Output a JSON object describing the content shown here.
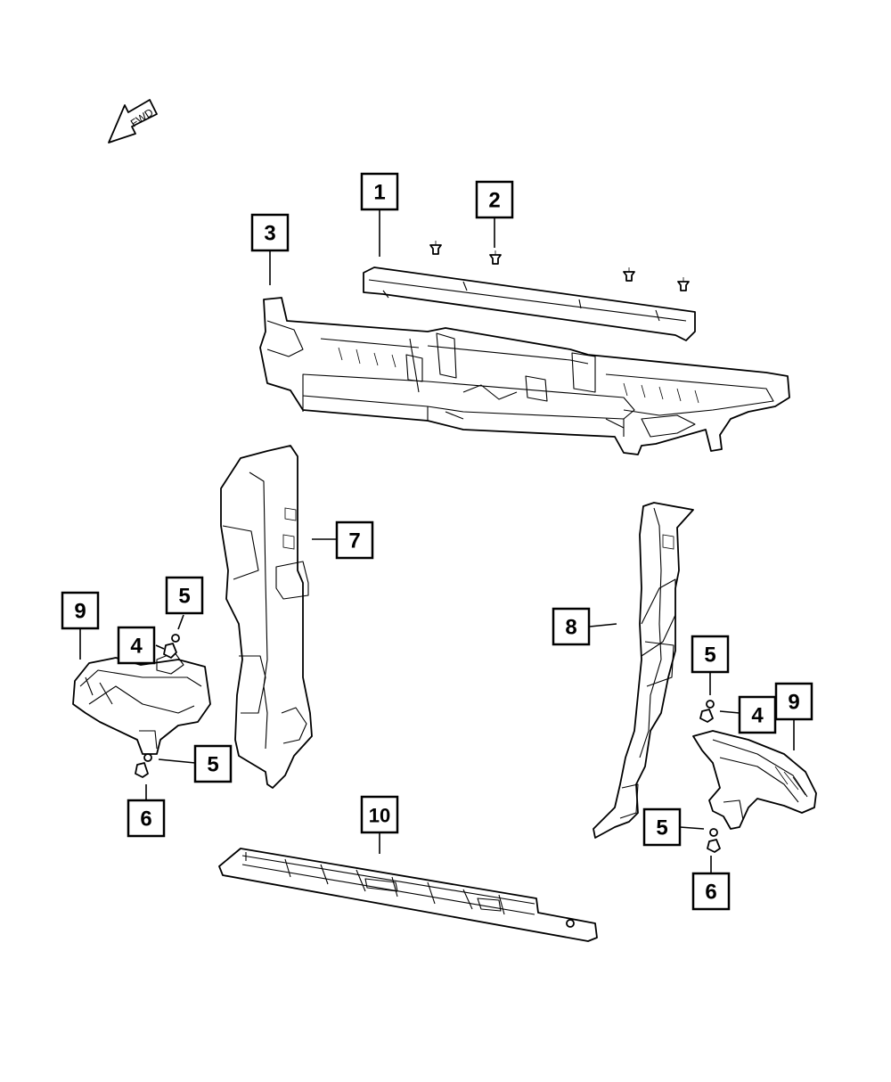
{
  "fwd_label": "FWD",
  "callouts": [
    {
      "id": "c1",
      "label": "1"
    },
    {
      "id": "c2",
      "label": "2"
    },
    {
      "id": "c3",
      "label": "3"
    },
    {
      "id": "c7",
      "label": "7"
    },
    {
      "id": "c5a",
      "label": "5"
    },
    {
      "id": "c9a",
      "label": "9"
    },
    {
      "id": "c4a",
      "label": "4"
    },
    {
      "id": "c5b",
      "label": "5"
    },
    {
      "id": "c6a",
      "label": "6"
    },
    {
      "id": "c8",
      "label": "8"
    },
    {
      "id": "c5c",
      "label": "5"
    },
    {
      "id": "c4b",
      "label": "4"
    },
    {
      "id": "c9b",
      "label": "9"
    },
    {
      "id": "c5d",
      "label": "5"
    },
    {
      "id": "c6b",
      "label": "6"
    },
    {
      "id": "c10",
      "label": "10"
    }
  ]
}
